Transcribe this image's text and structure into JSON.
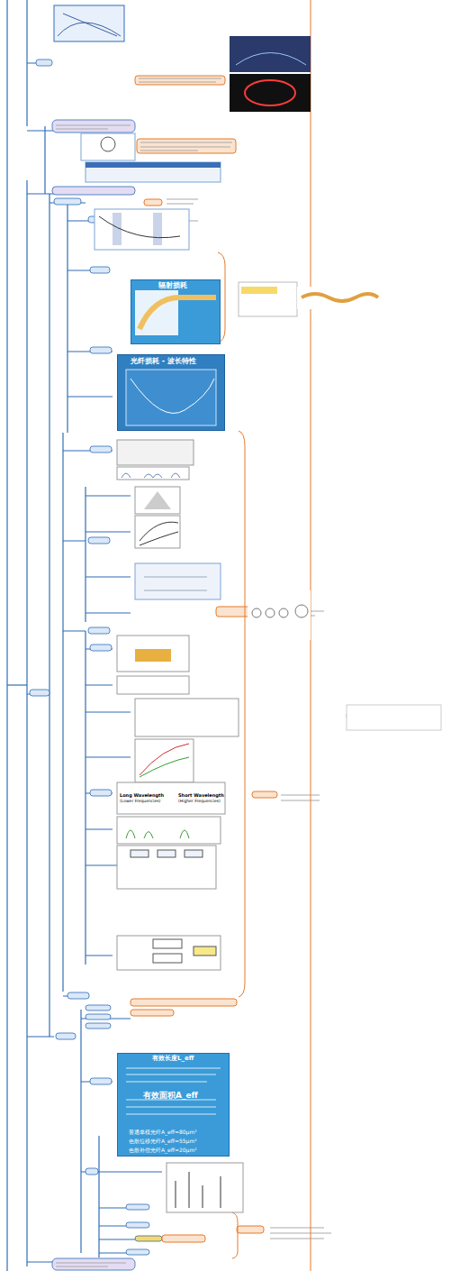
{
  "diagram": {
    "nodes": [
      {
        "text": [
          "辐射损耗"
        ]
      },
      {
        "text": [
          "光纤损耗 - 波长特性"
        ]
      },
      {
        "text": [
          "Long Wavelength",
          "(Lower Frequencies)",
          "Short Wavelength",
          "(Higher Frequencies)"
        ]
      },
      {
        "text": [
          "有效长度L_eff",
          "有效面积A_eff",
          "普通单模光纤A_eff=80μm²",
          "色散位移光纤A_eff=55μm²",
          "色散补偿光纤A_eff=20μm²"
        ]
      }
    ]
  }
}
